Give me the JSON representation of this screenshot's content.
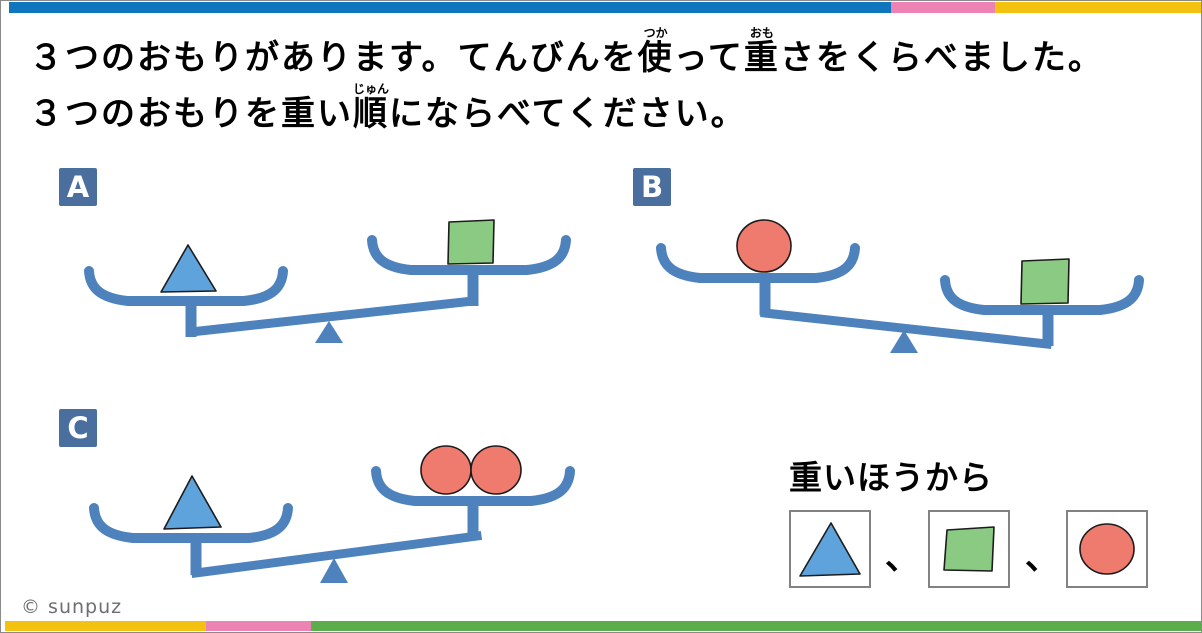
{
  "colors": {
    "bar_blue": "#0f76bd",
    "bar_pink": "#ec83b4",
    "bar_yellow": "#f3c210",
    "bar_green": "#5cad4c",
    "balance": "#4e82bd",
    "badge": "#4a6f9e",
    "triangle": "#5fa3dc",
    "square": "#8bca83",
    "circle": "#ee7b6e",
    "box_border": "#828282",
    "copyright": "#6e6e6e"
  },
  "title": {
    "line1": [
      {
        "t": "３つのおもりがあります。てんびんを"
      },
      {
        "t": "使",
        "r": "つか"
      },
      {
        "t": "って"
      },
      {
        "t": "重",
        "r": "おも"
      },
      {
        "t": "さをくらべました。"
      }
    ],
    "line2": [
      {
        "t": "３つのおもりを重い"
      },
      {
        "t": "順",
        "r": "じゅん"
      },
      {
        "t": "にならべてください。"
      }
    ]
  },
  "panels": [
    {
      "label": "A",
      "left_pan": [
        "triangle"
      ],
      "right_pan": [
        "square"
      ],
      "lower_side": "left"
    },
    {
      "label": "B",
      "left_pan": [
        "circle"
      ],
      "right_pan": [
        "square"
      ],
      "lower_side": "right"
    },
    {
      "label": "C",
      "left_pan": [
        "triangle"
      ],
      "right_pan": [
        "circle",
        "circle"
      ],
      "lower_side": "left"
    }
  ],
  "answer": {
    "heading": "重いほうから",
    "order": [
      "triangle",
      "square",
      "circle"
    ],
    "separator": "、"
  },
  "footer": {
    "copyright": "© sunpuz"
  }
}
